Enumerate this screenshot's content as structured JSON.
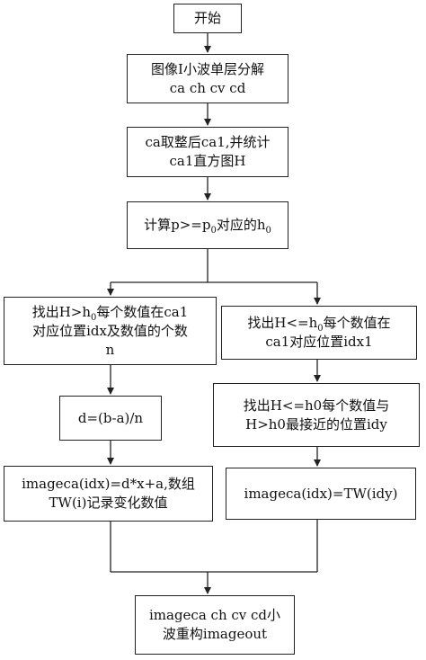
{
  "flowchart": {
    "start": "开始",
    "step1": [
      "图像I小波单层分解",
      "ca ch cv cd"
    ],
    "step2": [
      "ca取整后ca1,并统计",
      "ca1直方图H"
    ],
    "step3": {
      "pre": "计算p>=p",
      "sub1": "0",
      "mid": "对应的h",
      "sub2": "0"
    },
    "left1": {
      "l1_pre": "找出H>h",
      "l1_sub": "0",
      "l1_post": "每个数值在ca1",
      "l2": "对应位置idx及数值的个数",
      "l3": "n"
    },
    "left2": "d=(b-a)/n",
    "left3": [
      "imageca(idx)=d*x+a,数组",
      "TW(i)记录变化数值"
    ],
    "right1": {
      "l1_pre": "找出H<=h",
      "l1_sub": "0",
      "l1_post": "每个数值在",
      "l2": "ca1对应位置idx1"
    },
    "right2": [
      "找出H<=h0每个数值与",
      "H>h0最接近的位置idy"
    ],
    "right3": "imageca(idx)=TW(idy)",
    "end": [
      "imageca ch cv cd小",
      "波重构imageout"
    ]
  }
}
